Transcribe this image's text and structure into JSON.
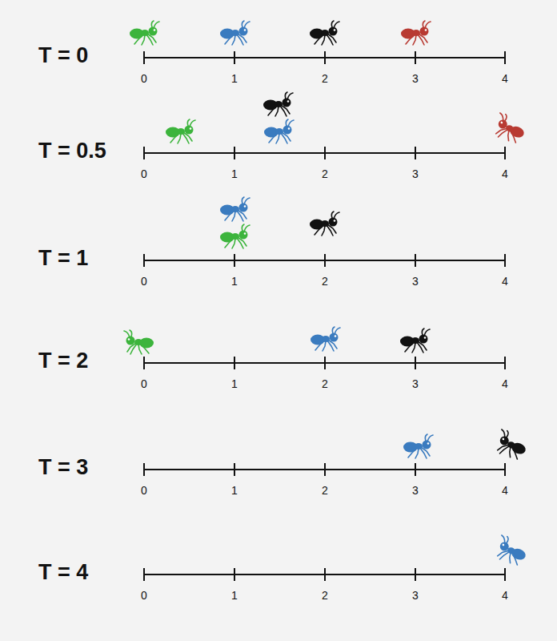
{
  "diagram": {
    "labels": [
      "T = 0",
      "0",
      "1",
      "2",
      "3",
      "4",
      "T = 0.5",
      "0",
      "1",
      "2",
      "3",
      "4",
      "T = 1",
      "0",
      "1",
      "2",
      "3",
      "4",
      "T = 2",
      "0",
      "1",
      "2",
      "3",
      "4",
      "T = 3",
      "0",
      "1",
      "2",
      "3",
      "4",
      "T = 4",
      "0",
      "1",
      "2",
      "3",
      "4"
    ]
  }
}
